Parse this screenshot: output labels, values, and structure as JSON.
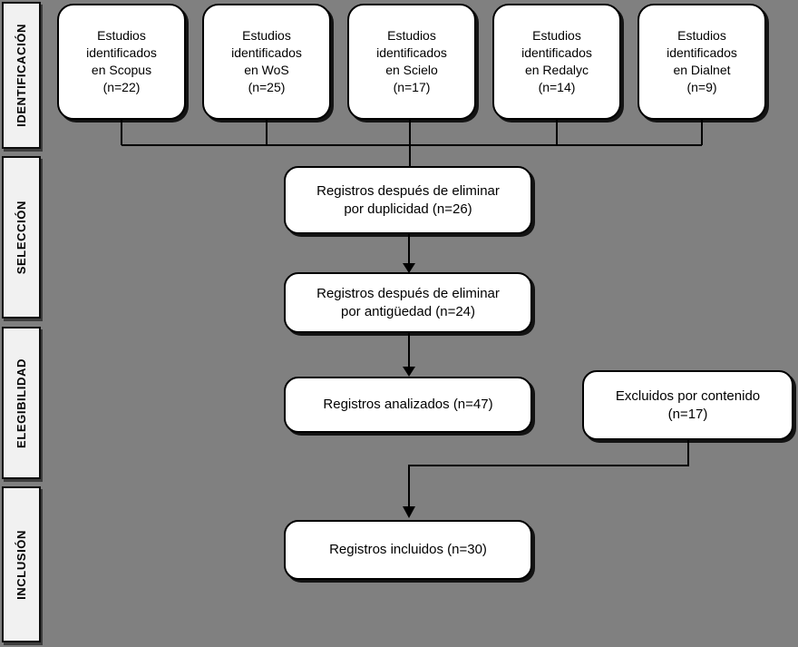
{
  "diagram": {
    "background_color": "#808080",
    "box_fill": "#ffffff",
    "box_border_color": "#000000",
    "stage_bar_fill": "#f1f1f1",
    "stages": [
      {
        "label": "IDENTIFICACIÓN"
      },
      {
        "label": "SELECCIÓN"
      },
      {
        "label": "ELEGIBILIDAD"
      },
      {
        "label": "INCLUSIÓN"
      }
    ],
    "sources": [
      {
        "label": "Estudios\nidentificados\nen Scopus\n(n=22)"
      },
      {
        "label": "Estudios\nidentificados\nen WoS\n(n=25)"
      },
      {
        "label": "Estudios\nidentificados\nen Scielo\n(n=17)"
      },
      {
        "label": "Estudios\nidentificados\nen Redalyc\n(n=14)"
      },
      {
        "label": "Estudios\nidentificados\nen Dialnet\n(n=9)"
      }
    ],
    "flow": {
      "duplicates_removed": "Registros después de eliminar\npor duplicidad (n=26)",
      "age_removed": "Registros después de eliminar\npor antigüedad (n=24)",
      "analyzed": "Registros analizados (n=47)",
      "excluded": "Excluidos por contenido\n(n=17)",
      "included": "Registros incluidos (n=30)"
    }
  }
}
